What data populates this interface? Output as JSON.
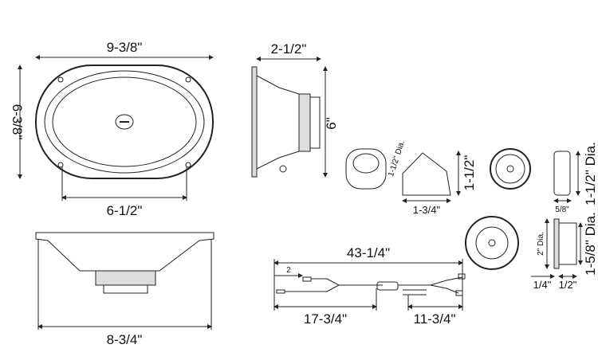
{
  "dimensions": {
    "main_width": "9-3/8\"",
    "main_height": "6-3/8\"",
    "mount_width": "6-1/2\"",
    "depth": "2-1/2\"",
    "side_height": "6\"",
    "bottom_width": "8-3/4\"",
    "tweeter_angled_dia": "1-1/2\" Dia.",
    "tweeter_angled_height": "1-1/2\"",
    "tweeter_angled_width": "1-3/4\"",
    "tweeter_dia": "1-1/2\" Dia.",
    "tweeter_depth": "5/8\"",
    "flush_tweeter_outer_dia": "2\" Dia.",
    "flush_tweeter_dia": "1-5/8\" Dia.",
    "flush_flange": "1/4\"",
    "flush_depth": "1/2\"",
    "wire_total": "43-1/4\"",
    "wire_offset": "2",
    "wire_left": "17-3/4\"",
    "wire_right": "11-3/4\""
  }
}
